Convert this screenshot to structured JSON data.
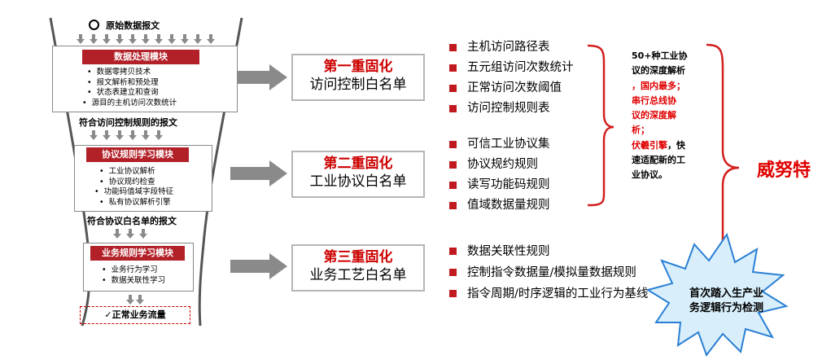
{
  "funnel": {
    "top_label": "原始数据报文",
    "modules": [
      {
        "title": "数据处理模块",
        "items": [
          "数据零拷贝技术",
          "报文解析和预处理",
          "状态表建立和查询",
          "源目的主机访问次数统计"
        ]
      },
      {
        "title": "协议规则学习模块",
        "items": [
          "工业协议解析",
          "协议规约检查",
          "功能码值域字段特征",
          "私有协议解析引擎"
        ]
      },
      {
        "title": "业务规则学习模块",
        "items": [
          "业务行为学习",
          "数据关联性学习"
        ]
      }
    ],
    "pass_labels": [
      "符合访问控制规则的报文",
      "符合协议白名单的报文"
    ],
    "bottom_label": "✓正常业务流量"
  },
  "whitelists": [
    {
      "title": "第一重固化",
      "subtitle": "访问控制白名单",
      "items": [
        "主机访问路径表",
        "五元组访问次数统计",
        "正常访问次数阈值",
        "访问控制规则表"
      ]
    },
    {
      "title": "第二重固化",
      "subtitle": "工业协议白名单",
      "items": [
        "可信工业协议集",
        "协议规约规则",
        "读写功能码规则",
        "值域数据量规则"
      ]
    },
    {
      "title": "第三重固化",
      "subtitle": "业务工艺白名单",
      "items": [
        "数据关联性规则",
        "控制指令数据量/模拟量数据规则",
        "指令周期/时序逻辑的工业行为基线"
      ]
    }
  ],
  "vendor_text": {
    "line1": "50+种工业协",
    "line2": "议的深度解析",
    "line3": "，国内最多；",
    "line4": "串行总线协",
    "line5": "议的深度解",
    "line6": "析；",
    "line7a": "伏羲引擎",
    "line7b": "，快",
    "line8": "速适配新的工",
    "line9": "业协议。"
  },
  "brand": "威努特",
  "starburst": {
    "line1": "首次踏入生产业",
    "line2": "务逻辑行为检测"
  },
  "colors": {
    "accent_red": "#c01920",
    "bright_red": "#e00000",
    "starburst_fill": "#d8eefb",
    "starburst_stroke": "#2a7fd4",
    "funnel_line": "#555555",
    "arrow_gray": "#8a8a8a"
  }
}
